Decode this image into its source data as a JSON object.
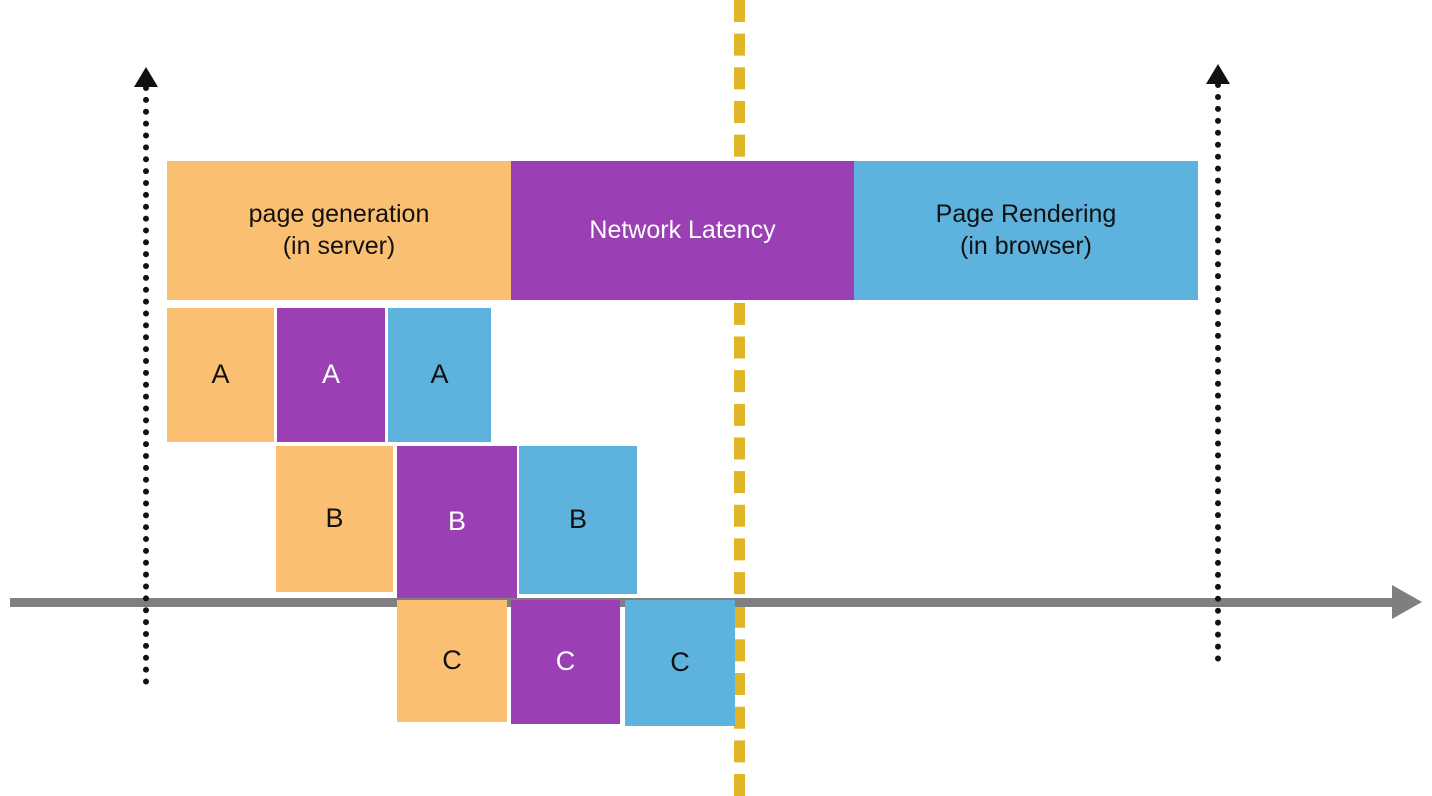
{
  "diagram": {
    "title": "page load pipeline timeline",
    "colors": {
      "orange": "#FBBF72",
      "purple": "#9B3FB5",
      "blue": "#5EB3DE",
      "yellow": "#E0B526",
      "gray": "#7F7F7F",
      "black": "#111111"
    },
    "phases": [
      {
        "key": "generation",
        "label": "page generation\n(in server)",
        "color": "orange"
      },
      {
        "key": "network",
        "label": "Network Latency",
        "color": "purple"
      },
      {
        "key": "rendering",
        "label": "Page Rendering\n(in browser)",
        "color": "blue"
      }
    ],
    "tasks": [
      {
        "name": "A",
        "segments": [
          {
            "phase": "generation",
            "label": "A"
          },
          {
            "phase": "network",
            "label": "A"
          },
          {
            "phase": "rendering",
            "label": "A"
          }
        ]
      },
      {
        "name": "B",
        "segments": [
          {
            "phase": "generation",
            "label": "B"
          },
          {
            "phase": "network",
            "label": "B"
          },
          {
            "phase": "rendering",
            "label": "B"
          }
        ]
      },
      {
        "name": "C",
        "segments": [
          {
            "phase": "generation",
            "label": "C"
          },
          {
            "phase": "network",
            "label": "C"
          },
          {
            "phase": "rendering",
            "label": "C"
          }
        ]
      }
    ],
    "markers": {
      "start_guide": "dotted-vertical-arrow-start",
      "end_guide": "dotted-vertical-arrow-end",
      "deadline_guide": "yellow-dashed-vertical-line",
      "time_axis": "horizontal-time-arrow"
    }
  }
}
